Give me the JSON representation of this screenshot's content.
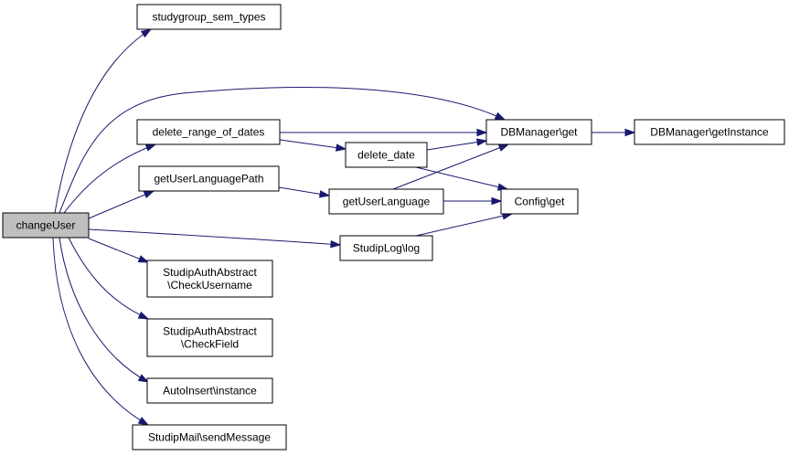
{
  "nodes": [
    {
      "id": "changeUser",
      "lines": [
        "changeUser"
      ],
      "root": true
    },
    {
      "id": "studygroup_sem_types",
      "lines": [
        "studygroup_sem_types"
      ]
    },
    {
      "id": "delete_range_of_dates",
      "lines": [
        "delete_range_of_dates"
      ]
    },
    {
      "id": "getUserLanguagePath",
      "lines": [
        "getUserLanguagePath"
      ]
    },
    {
      "id": "auth_check_username",
      "lines": [
        "StudipAuthAbstract",
        "\\CheckUsername"
      ]
    },
    {
      "id": "auth_check_field",
      "lines": [
        "StudipAuthAbstract",
        "\\CheckField"
      ]
    },
    {
      "id": "autoinsert_instance",
      "lines": [
        "AutoInsert\\instance"
      ]
    },
    {
      "id": "studipmail_send",
      "lines": [
        "StudipMail\\sendMessage"
      ]
    },
    {
      "id": "delete_date",
      "lines": [
        "delete_date"
      ]
    },
    {
      "id": "getUserLanguage",
      "lines": [
        "getUserLanguage"
      ]
    },
    {
      "id": "studiplog_log",
      "lines": [
        "StudipLog\\log"
      ]
    },
    {
      "id": "dbmanager_get",
      "lines": [
        "DBManager\\get"
      ]
    },
    {
      "id": "config_get",
      "lines": [
        "Config\\get"
      ]
    },
    {
      "id": "dbmanager_getinstance",
      "lines": [
        "DBManager\\getInstance"
      ]
    }
  ],
  "edges": [
    {
      "from": "changeUser",
      "to": "studygroup_sem_types"
    },
    {
      "from": "changeUser",
      "to": "dbmanager_get"
    },
    {
      "from": "changeUser",
      "to": "delete_range_of_dates"
    },
    {
      "from": "changeUser",
      "to": "getUserLanguagePath"
    },
    {
      "from": "changeUser",
      "to": "studiplog_log"
    },
    {
      "from": "changeUser",
      "to": "auth_check_username"
    },
    {
      "from": "changeUser",
      "to": "auth_check_field"
    },
    {
      "from": "changeUser",
      "to": "autoinsert_instance"
    },
    {
      "from": "changeUser",
      "to": "studipmail_send"
    },
    {
      "from": "delete_range_of_dates",
      "to": "dbmanager_get"
    },
    {
      "from": "delete_range_of_dates",
      "to": "delete_date"
    },
    {
      "from": "delete_date",
      "to": "dbmanager_get"
    },
    {
      "from": "delete_date",
      "to": "config_get"
    },
    {
      "from": "getUserLanguagePath",
      "to": "getUserLanguage"
    },
    {
      "from": "getUserLanguage",
      "to": "dbmanager_get"
    },
    {
      "from": "getUserLanguage",
      "to": "config_get"
    },
    {
      "from": "studiplog_log",
      "to": "config_get"
    },
    {
      "from": "dbmanager_get",
      "to": "dbmanager_getinstance"
    }
  ],
  "colors": {
    "edge": "#191970",
    "root_fill": "#bfbfbf",
    "node_fill": "#ffffff",
    "border": "#000000"
  }
}
